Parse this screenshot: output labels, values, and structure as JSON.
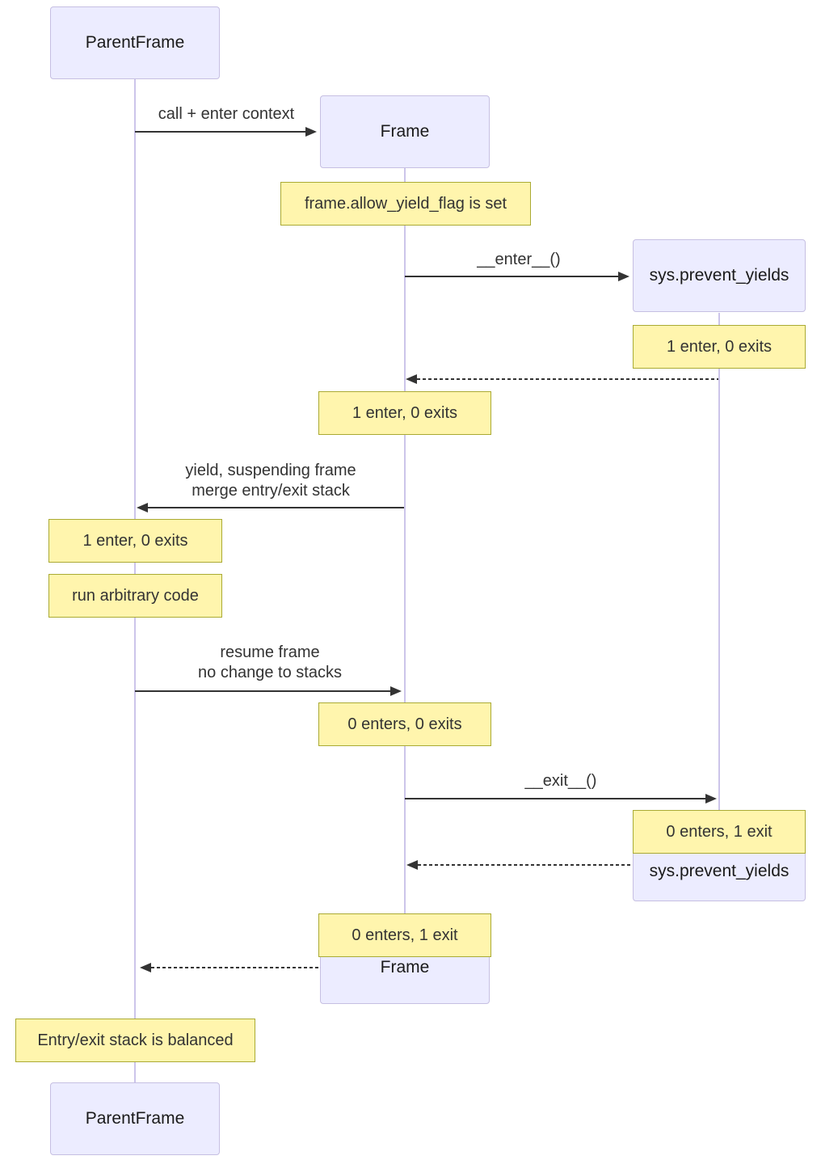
{
  "actors": {
    "parentframe": {
      "label": "ParentFrame"
    },
    "frame": {
      "label": "Frame"
    },
    "sys": {
      "label": "sys.prevent_yields"
    }
  },
  "messages": {
    "call_enter_context": {
      "label": "call + enter context"
    },
    "enter": {
      "label": "__enter__()"
    },
    "yield": {
      "line1": "yield, suspending frame",
      "line2": "merge entry/exit stack"
    },
    "resume": {
      "line1": "resume frame",
      "line2": "no change to stacks"
    },
    "exit": {
      "label": "__exit__()"
    }
  },
  "notes": {
    "allow_yield_flag": "frame.allow_yield_flag is set",
    "sys_after_enter": "1 enter, 0 exits",
    "frame_after_enter": "1 enter, 0 exits",
    "parent_after_yield": "1 enter, 0 exits",
    "run_arbitrary_code": "run arbitrary code",
    "frame_after_resume": "0 enters, 0 exits",
    "sys_after_exit": "0 enters, 1 exit",
    "frame_after_exit": "0 enters, 1 exit",
    "balanced": "Entry/exit stack is balanced"
  },
  "colors": {
    "actor_fill": "#ECECFF",
    "actor_border": "#C6BFE2",
    "note_fill": "#FFF5AD",
    "note_border": "#AAAA33",
    "lifeline": "#CCC5EA",
    "message": "#333333",
    "text": "#333333",
    "actor_text": "#1a1a1a"
  }
}
